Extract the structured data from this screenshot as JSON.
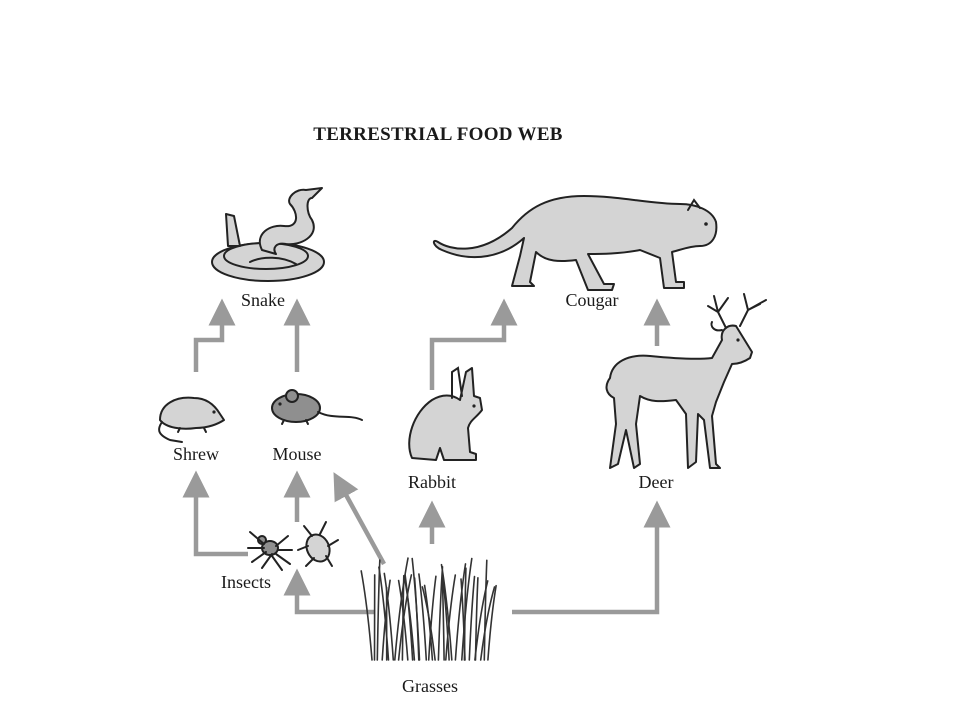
{
  "title": "TERRESTRIAL FOOD WEB",
  "nodes": {
    "snake": "Snake",
    "cougar": "Cougar",
    "shrew": "Shrew",
    "mouse": "Mouse",
    "rabbit": "Rabbit",
    "deer": "Deer",
    "insects": "Insects",
    "grasses": "Grasses"
  },
  "arrow_color": "#9a9a9a",
  "links": [
    {
      "from": "shrew",
      "to": "snake"
    },
    {
      "from": "mouse",
      "to": "snake"
    },
    {
      "from": "rabbit",
      "to": "cougar"
    },
    {
      "from": "deer",
      "to": "cougar"
    },
    {
      "from": "insects",
      "to": "shrew"
    },
    {
      "from": "insects",
      "to": "mouse"
    },
    {
      "from": "grasses",
      "to": "mouse"
    },
    {
      "from": "grasses",
      "to": "rabbit"
    },
    {
      "from": "grasses",
      "to": "insects"
    },
    {
      "from": "grasses",
      "to": "deer"
    }
  ]
}
